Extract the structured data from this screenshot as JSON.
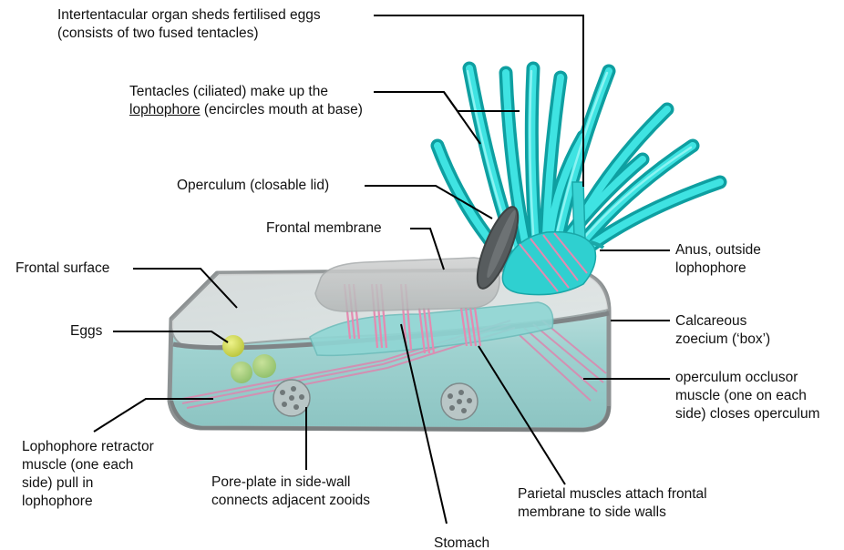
{
  "labels": {
    "intertentacular": {
      "line1": "Intertentacular organ sheds fertilised eggs",
      "line2": "(consists of two fused tentacles)"
    },
    "tentacles": {
      "line1": "Tentacles (ciliated) make up the",
      "line2_link": "lophophore",
      "line2_rest": " (encircles mouth at base)"
    },
    "operculum": {
      "line1": "Operculum (closable lid)"
    },
    "frontal_membrane": {
      "line1": "Frontal membrane"
    },
    "frontal_surface": {
      "line1": "Frontal surface"
    },
    "eggs": {
      "line1": "Eggs"
    },
    "anus": {
      "line1": "Anus, outside",
      "line2": "lophophore"
    },
    "calcareous": {
      "line1": "Calcareous",
      "line2": "zoecium (‘box’)"
    },
    "occlusor": {
      "line1": "operculum occlusor",
      "line2": "muscle (one on each",
      "line3": "side) closes operculum"
    },
    "retractor": {
      "line1": "Lophophore retractor",
      "line2": "muscle (one each",
      "line3": "side) pull in",
      "line4": "lophophore"
    },
    "pore_plate": {
      "line1": "Pore-plate in side-wall",
      "line2": "connects adjacent zooids"
    },
    "stomach": {
      "line1": "Stomach"
    },
    "parietal": {
      "line1": "Parietal muscles attach frontal",
      "line2": "membrane to side walls"
    }
  },
  "colors": {
    "tentacle": "#22cfd0",
    "box_fill": "#9fd3d2",
    "box_edge": "#8a8f90",
    "muscle": "#e48ab0",
    "egg": "#d6df5a",
    "operculum": "#555a5c",
    "leader": "#000000"
  }
}
